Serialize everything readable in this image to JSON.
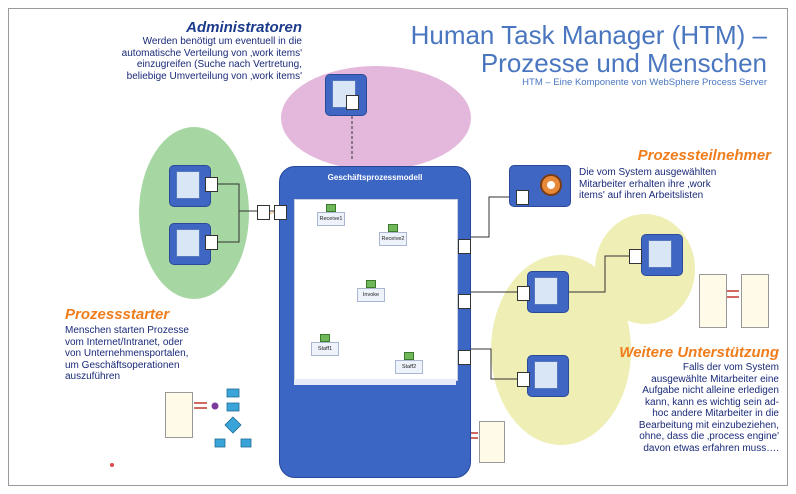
{
  "title": {
    "line1": "Human Task Manager (HTM) –",
    "line2": "Prozesse und Menschen",
    "subtitle": "HTM – Eine Komponente von WebSphere Process Server"
  },
  "admins": {
    "heading": "Administratoren",
    "lines": [
      "Werden benötigt um eventuell in die",
      "automatische Verteilung von ‚work items'",
      "einzugreifen (Suche nach Vertretung,",
      "beliebige Umverteilung von ‚work items'"
    ]
  },
  "participants": {
    "heading": "Prozessteilnehmer",
    "lines": [
      "Die vom System ausgewählten",
      "Mitarbeiter erhalten ihre ‚work",
      "items' auf ihren Arbeitslisten"
    ]
  },
  "starters": {
    "heading": "Prozessstarter",
    "lines": [
      "Menschen starten Prozesse",
      "vom Internet/Intranet, oder",
      "von Unternehmensportalen,",
      "um Geschäftsoperationen",
      "auszuführen"
    ]
  },
  "support": {
    "heading": "Weitere Unterstützung",
    "lines": [
      "Falls der vom System",
      "ausgewählte Mitarbeiter eine",
      "Aufgabe nicht alleine erledigen",
      "kann, kann es wichtig sein ad-",
      "hoc andere Mitarbeiter in die",
      "Bearbeitung mit einzubeziehen,",
      "ohne, dass die ‚process engine'",
      "davon etwas erfahren muss…."
    ]
  },
  "model": {
    "title": "Geschäftsprozessmodell",
    "nodes": [
      "Receive1",
      "Receive2",
      "Invoke",
      "Staff1",
      "Staff2"
    ]
  },
  "colors": {
    "pink": "#e4b8dc",
    "green": "#a6d7a2",
    "yellow": "#eeeeb5",
    "blue": "#3c66c4",
    "orange": "#f07d1c",
    "navy": "#1d3b8c",
    "title_blue": "#4a76c0"
  }
}
